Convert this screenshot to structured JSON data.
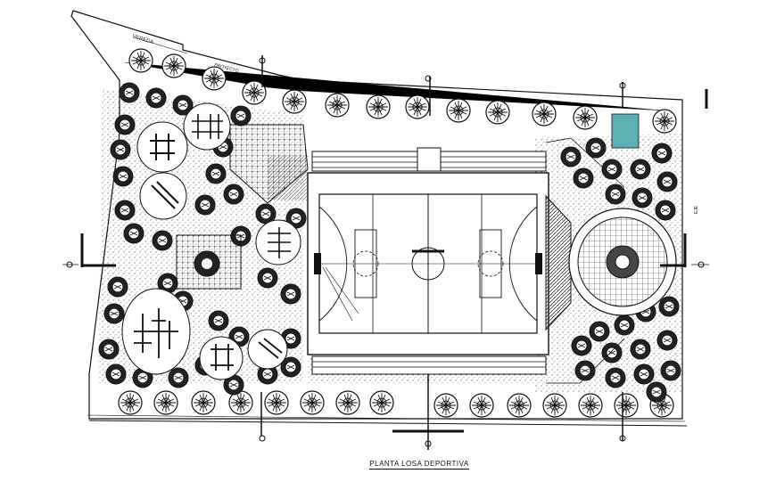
{
  "labels": {
    "vereda": "VEREDA",
    "street_top": "PROYECTO",
    "axis_right": "EJE",
    "title": "PLANTA LOSA DEPORTIVA"
  },
  "colors": {
    "ink": "#111111",
    "cyan_box": "#5ab0b3",
    "paper": "#ffffff"
  }
}
